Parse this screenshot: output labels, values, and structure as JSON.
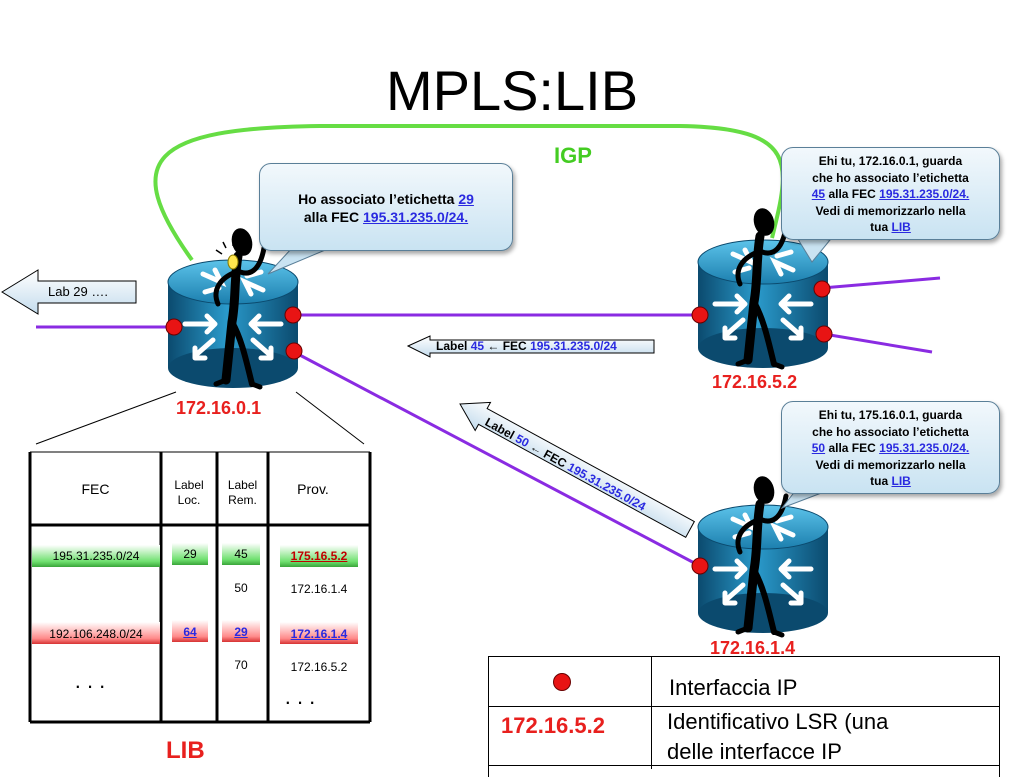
{
  "title": "MPLS:LIB",
  "igp_label": "IGP",
  "lab_arrow_label": "Lab 29 ….",
  "callout_left": {
    "line1_pre": "Ho associato l’etichetta ",
    "line1_value": "29",
    "line2_pre": "alla FEC ",
    "line2_value": "195.31.235.0/24."
  },
  "callout_right_top": {
    "line1": "Ehi tu, 172.16.0.1, guarda",
    "line2": "che ho associato l’etichetta",
    "line3_value": "45",
    "line3_mid": " alla FEC ",
    "line3_fec": "195.31.235.0/24.",
    "line4": "Vedi di memorizzarlo nella",
    "line5_pre": "tua ",
    "line5_value": "LIB"
  },
  "callout_right_bottom": {
    "line1": "Ehi tu, 175.16.0.1, guarda",
    "line2": "che ho associato l’etichetta",
    "line3_value": "50",
    "line3_mid": " alla FEC ",
    "line3_fec": "195.31.235.0/24.",
    "line4": "Vedi di memorizzarlo nella",
    "line5_pre": "tua ",
    "line5_value": "LIB"
  },
  "msg_45": {
    "pre": "Label ",
    "value": "45",
    "mid": " ← FEC ",
    "fec": "195.31.235.0/24"
  },
  "msg_50": {
    "pre": "Label ",
    "value": "50",
    "mid": " ← FEC ",
    "fec": "195.31.235.0/24"
  },
  "routers": {
    "r1": "172.16.0.1",
    "r2": "172.16.5.2",
    "r3": "172.16.1.4"
  },
  "lib_table": {
    "headers": {
      "fec": "FEC",
      "label_loc": "Label\nLoc.",
      "label_rem": "Label\nRem.",
      "prov": "Prov."
    },
    "row1": {
      "fec": "195.31.235.0/24",
      "loc": "29",
      "rem1": "45",
      "prov1": "175.16.5.2",
      "rem2": "50",
      "prov2": "172.16.1.4"
    },
    "row2": {
      "fec": "192.106.248.0/24",
      "loc": "64",
      "rem1": "29",
      "prov1": "172.16.1.4",
      "rem2": "70",
      "prov2": "172.16.5.2"
    },
    "ellipsis_left": ". . .",
    "ellipsis_right": ". . .",
    "caption": "LIB"
  },
  "legend": {
    "row1_text": "Interfaccia IP",
    "row2_key": "172.16.5.2",
    "row2_text_line1": "Identificativo LSR (una",
    "row2_text_line2": "delle interfacce IP"
  },
  "colors": {
    "link": "#8a2be2",
    "igp": "#66dd44",
    "interface": "#e81414",
    "router_label": "#e8201e",
    "router_body": "#1f87b8"
  }
}
